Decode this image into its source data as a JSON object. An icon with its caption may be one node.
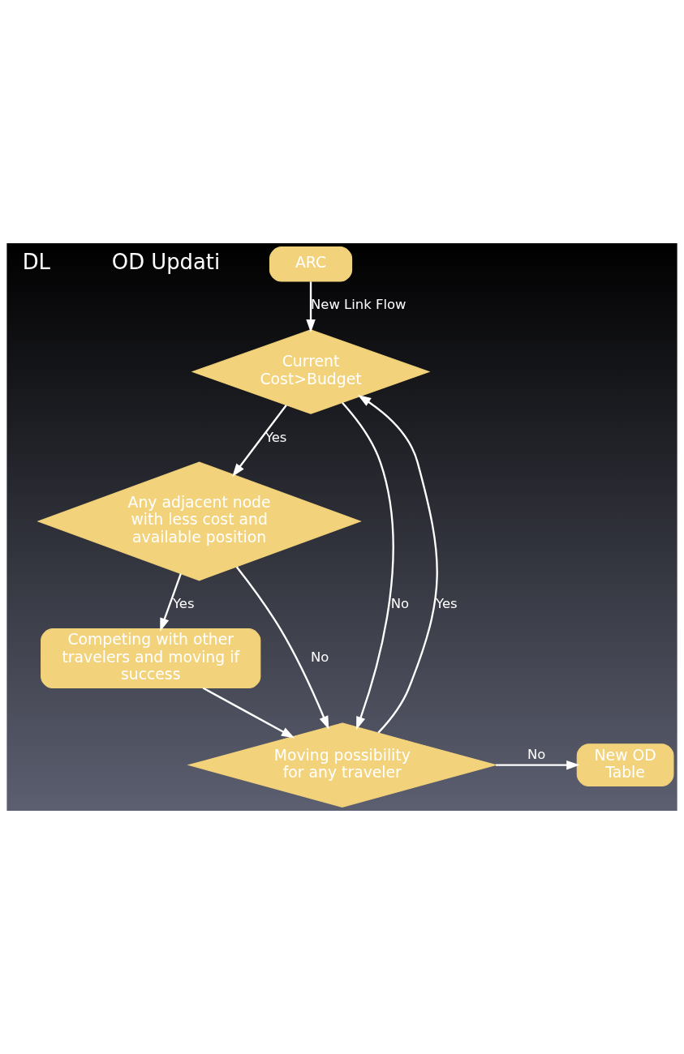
{
  "diagram": {
    "nodes": [
      {
        "text": [
          "ARC"
        ]
      },
      {
        "text": [
          "Current Cost>Budget"
        ]
      },
      {
        "text": [
          "Any adjacent node with less cost and available position"
        ]
      },
      {
        "text": [
          "Competing with other travelers and moving if success"
        ]
      },
      {
        "text": [
          "Moving possibility for any traveler"
        ]
      },
      {
        "text": [
          "New OD Table"
        ]
      }
    ],
    "edges": [
      {
        "from": 0,
        "to": 1,
        "arrow": "to",
        "label": "New Link Flow"
      },
      {
        "from": 1,
        "to": 2,
        "arrow": "to",
        "label": "Yes"
      },
      {
        "from": 1,
        "to": 4,
        "arrow": "to",
        "label": "No"
      },
      {
        "from": 2,
        "to": 4,
        "arrow": "to",
        "label": "No"
      },
      {
        "from": 2,
        "to": 3,
        "arrow": "to",
        "label": "Yes"
      },
      {
        "from": 3,
        "to": 4,
        "arrow": "to"
      },
      {
        "from": 4,
        "to": 1,
        "arrow": "to",
        "label": "Yes"
      },
      {
        "from": 4,
        "to": 5,
        "arrow": "to",
        "label": "No"
      }
    ],
    "labels": [
      "DL",
      "OD Updati"
    ]
  }
}
